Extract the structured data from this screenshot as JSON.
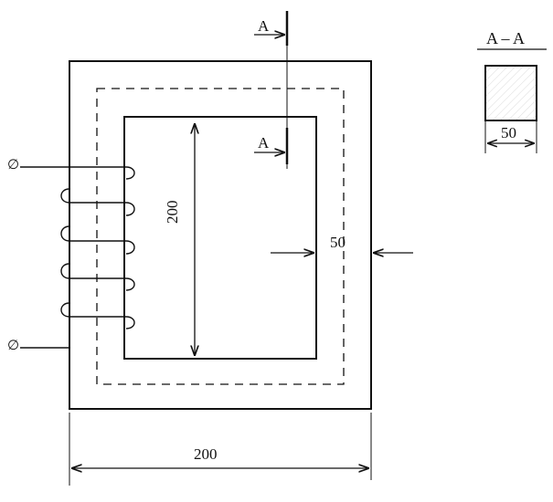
{
  "section_markers": {
    "top": "A",
    "middle": "A"
  },
  "section_view": {
    "title": "A – A",
    "width_label": "50"
  },
  "dimensions": {
    "outer_width": "200",
    "inner_height": "200",
    "limb_width": "50"
  },
  "terminals": {
    "top": "∅",
    "bottom": "∅"
  },
  "colors": {
    "ink": "#111111",
    "paper": "#ffffff"
  }
}
